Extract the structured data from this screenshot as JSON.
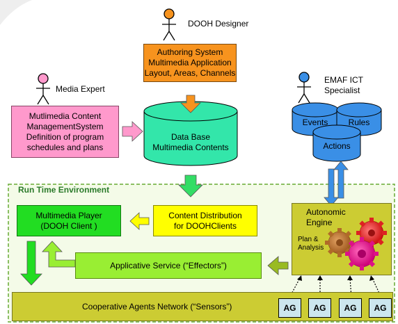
{
  "actors": {
    "dooh_designer": "DOOH Designer",
    "media_expert": "Media Expert",
    "emaf_ict_specialist": [
      "EMAF ICT",
      "Specialist"
    ]
  },
  "boxes": {
    "authoring_system": [
      "Authoring System",
      "Multimedia Application",
      "Layout, Areas, Channels"
    ],
    "cms": [
      "Mutlimedia Content",
      "ManagementSystem",
      "Definition of program",
      "schedules and plans"
    ],
    "database": [
      "Data Base",
      "Multimedia Contents"
    ],
    "events": "Events",
    "rules": "Rules",
    "actions": "Actions",
    "multimedia_player": [
      "Multimedia Player",
      "(DOOH Client )"
    ],
    "content_distribution": [
      "Content Distribution",
      "for DOOHClients"
    ],
    "applicative_service": "Applicative Service (“Effectors”)",
    "autonomic_engine": [
      "Autonomic",
      "Engine"
    ],
    "plan_analysis": [
      "Plan &",
      "Analysis"
    ],
    "cooperative_agents": "Cooperative Agents Network (“Sensors”)",
    "agents": [
      "AG",
      "AG",
      "AG",
      "AG"
    ]
  },
  "regions": {
    "runtime_env": "Run Time Environment"
  },
  "colors": {
    "orange": "#f7931e",
    "pink": "#ff99cc",
    "teal": "#33e6aa",
    "blue": "#3a8fe6",
    "green": "#22dd22",
    "lightgreen": "#99ee33",
    "yellow": "#ffff00",
    "olive": "#cccc33",
    "agent": "#cce6ee",
    "runtime_bg": "#f4fbe8",
    "runtime_border": "#66aa33"
  }
}
